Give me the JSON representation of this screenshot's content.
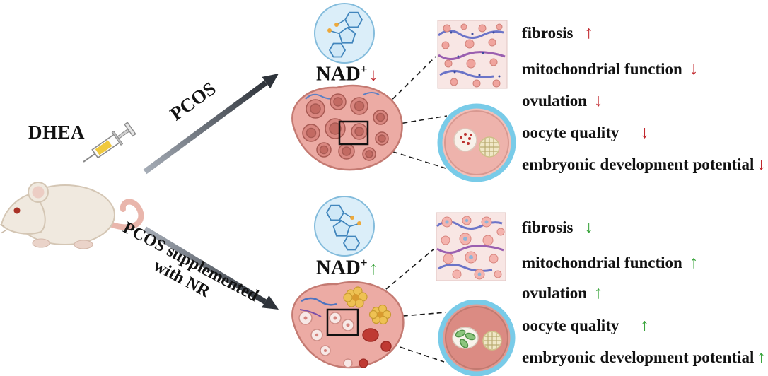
{
  "colors": {
    "red": "#c1272d",
    "green": "#3aa43c"
  },
  "injection": {
    "label": "DHEA"
  },
  "arrows": {
    "top": {
      "label": "PCOS"
    },
    "bottom": {
      "label_line1": "PCOS supplemented",
      "label_line2": "with NR"
    }
  },
  "top_panel": {
    "nad": {
      "label": "NAD",
      "sup": "+",
      "arrow": "↓",
      "trend": "down"
    },
    "outcomes": [
      {
        "label": "fibrosis",
        "arrow": "↑",
        "trend": "up"
      },
      {
        "label": "mitochondrial function",
        "arrow": "↓",
        "trend": "down"
      },
      {
        "label": "ovulation",
        "arrow": "↓",
        "trend": "down"
      },
      {
        "label": "oocyte quality",
        "arrow": "↓",
        "trend": "down"
      },
      {
        "label": "embryonic development potential",
        "arrow": "↓",
        "trend": "down"
      }
    ]
  },
  "bottom_panel": {
    "nad": {
      "label": "NAD",
      "sup": "+",
      "arrow": "↑",
      "trend": "up"
    },
    "outcomes": [
      {
        "label": "fibrosis",
        "arrow": "↓",
        "trend": "down"
      },
      {
        "label": "mitochondrial function",
        "arrow": "↑",
        "trend": "up"
      },
      {
        "label": "ovulation",
        "arrow": "↑",
        "trend": "up"
      },
      {
        "label": "oocyte quality",
        "arrow": "↑",
        "trend": "up"
      },
      {
        "label": "embryonic development potential",
        "arrow": "↑",
        "trend": "up"
      }
    ]
  },
  "icons": {
    "mouse": "mouse-illustration",
    "syringe": "syringe-icon",
    "molecule": "nad-molecule-icon",
    "ovary": "ovary-illustration",
    "histology": "ovarian-tissue-histology",
    "oocyte": "oocyte-cross-section"
  }
}
